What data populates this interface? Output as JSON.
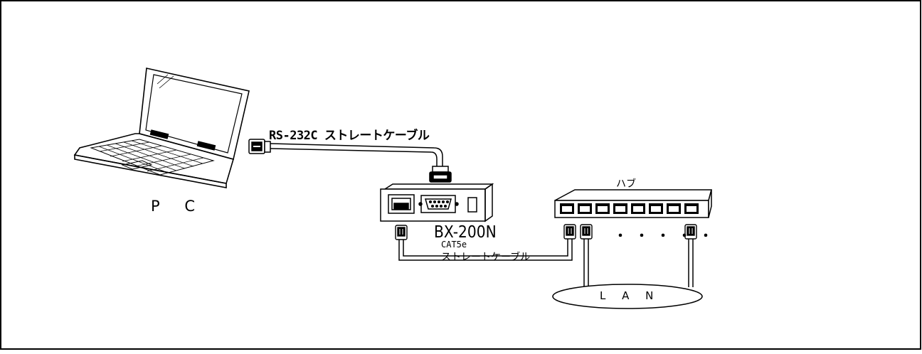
{
  "diagram": {
    "nodes": {
      "pc": {
        "label": "P C"
      },
      "device": {
        "label": "BX-200N"
      },
      "hub": {
        "label": "ハブ"
      },
      "lan": {
        "label": "L A N"
      }
    },
    "edges": {
      "serial": {
        "label": "RS-232C ストレートケーブル"
      },
      "ethernet": {
        "label_line1": "CAT5e",
        "label_line2": "ストレートケーブル"
      }
    },
    "hub_ports_ellipsis": "・・・・・"
  }
}
